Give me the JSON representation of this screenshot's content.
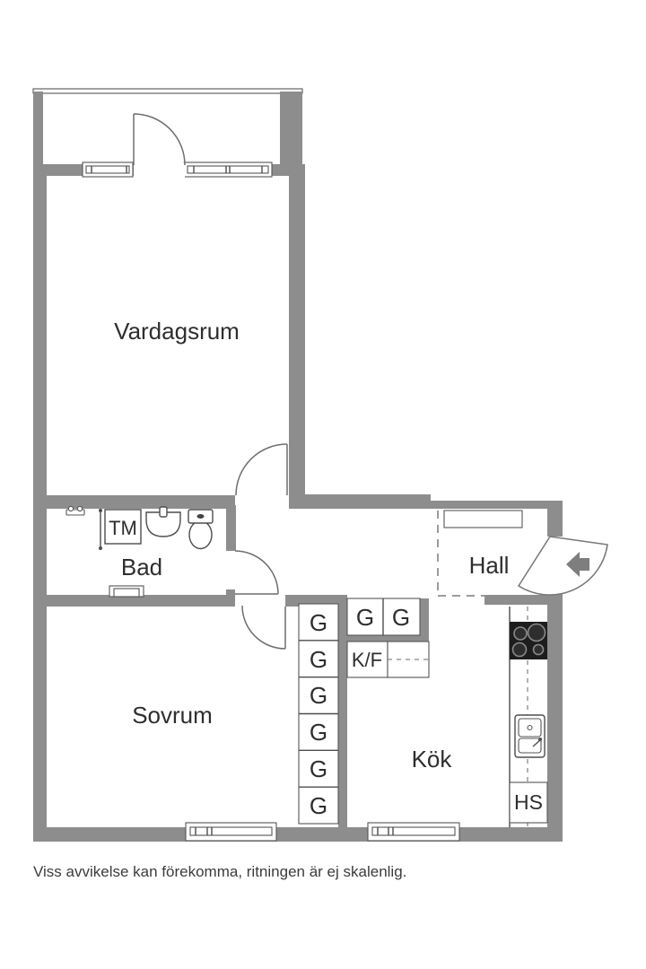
{
  "page": {
    "background": "#ffffff"
  },
  "floorplan": {
    "disclaimer": "Viss avvikelse kan förekomma, ritningen är ej skalenlig.",
    "rooms": {
      "living_room": "Vardagsrum",
      "bathroom": "Bad",
      "hall": "Hall",
      "bedroom": "Sovrum",
      "kitchen": "Kök"
    },
    "fixtures": {
      "washing_machine": "TM",
      "fridge_freezer": "K/F",
      "wardrobe": "G",
      "tall_cabinet": "HS"
    },
    "icons": [
      "entrance-arrow-icon",
      "stove-icon",
      "kitchen-sink-icon",
      "toilet-icon",
      "bathroom-sink-icon",
      "shower-mixer-icon",
      "radiator-icon",
      "door-swing-arc"
    ],
    "colors": {
      "wall": "#8d8d8d",
      "line": "#4d4d4d",
      "text": "#2e2e2e",
      "muted_text": "#3c3c3c",
      "stove": "#1d1d1d",
      "arrow": "#7e7e7e",
      "dash": "#7a7a7a"
    }
  }
}
